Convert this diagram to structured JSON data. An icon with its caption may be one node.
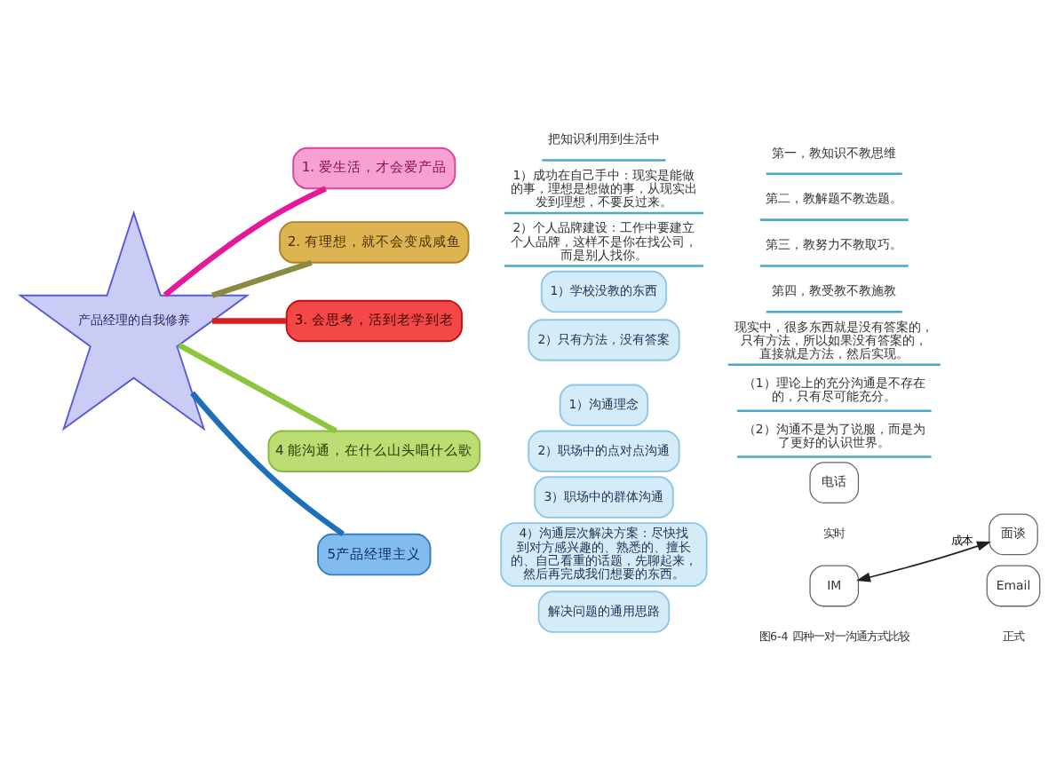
{
  "diagram": {
    "nodes": [
      {
        "text": [
          "产品经理的自我修养"
        ]
      },
      {
        "text": [
          "1. 爱生活，才会爱产品"
        ]
      },
      {
        "text": [
          "把知识利用到生活中"
        ]
      },
      {
        "text": [
          "2. 有理想，就不会变成咸鱼"
        ]
      },
      {
        "text": [
          "1）成功在自己手中：现实是能做的事，理想是想做的事，从现实出发到理想，不要反过来。"
        ]
      },
      {
        "text": [
          "2）个人品牌建设：工作中要建立个人品牌，这样不是你在找公司，而是别人找你。"
        ]
      },
      {
        "text": [
          "3. 会思考，活到老学到老"
        ]
      },
      {
        "text": [
          "1）学校没教的东西"
        ]
      },
      {
        "text": [
          "第一，教知识不教思维"
        ]
      },
      {
        "text": [
          "第二，教解题不教选题。"
        ]
      },
      {
        "text": [
          "第三，教努力不教取巧。"
        ]
      },
      {
        "text": [
          "第四，教受教不教施教"
        ]
      },
      {
        "text": [
          "2）只有方法，没有答案"
        ]
      },
      {
        "text": [
          "现实中，很多东西就是没有答案的，只有方法，所以如果没有答案的，直接就是方法，然后实现。"
        ]
      },
      {
        "text": [
          "4 能沟通，在什么山头唱什么歌"
        ]
      },
      {
        "text": [
          "1）沟通理念"
        ]
      },
      {
        "text": [
          "（1）理论上的充分沟通是不存在的，只有尽可能充分。"
        ]
      },
      {
        "text": [
          "（2）沟通不是为了说服，而是为了更好的认识世界。"
        ]
      },
      {
        "text": [
          "2）职场中的点对点沟通"
        ]
      },
      {
        "text": [
          "3）职场中的群体沟通"
        ]
      },
      {
        "text": [
          "4）沟通层次解决方案：尽快找到对方感兴趣的、熟悉的、擅长的、自己看重的话题，先聊起来，然后再完成我们想要的东西。"
        ]
      },
      {
        "text": [
          "5产品经理主义"
        ]
      },
      {
        "text": [
          "解决问题的通用思路"
        ]
      },
      {
        "text": [
          "电话"
        ]
      },
      {
        "text": [
          "面谈"
        ]
      },
      {
        "text": [
          "IM"
        ]
      },
      {
        "text": [
          "Email"
        ]
      }
    ],
    "edges": [
      {
        "from": 0,
        "to": 1,
        "arrow": "none",
        "color": "#e6189a"
      },
      {
        "from": 0,
        "to": 3,
        "arrow": "none",
        "color": "#8a8a40"
      },
      {
        "from": 0,
        "to": 6,
        "arrow": "none",
        "color": "#d42020"
      },
      {
        "from": 0,
        "to": 14,
        "arrow": "none",
        "color": "#8cc63f"
      },
      {
        "from": 0,
        "to": 21,
        "arrow": "none",
        "color": "#1d6fb8"
      },
      {
        "from": 25,
        "to": 24,
        "arrow": "both",
        "label": "成本",
        "color": "#222222"
      }
    ],
    "labels": [
      "实时",
      "正式",
      "图6-4 四种一对一沟通方式比较"
    ]
  }
}
